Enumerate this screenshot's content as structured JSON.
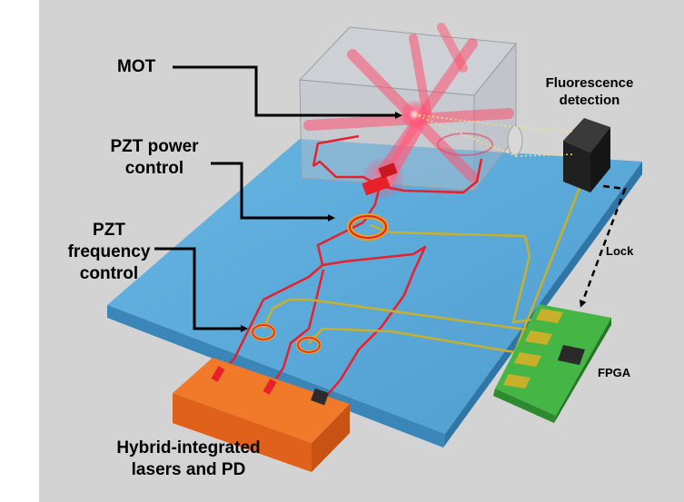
{
  "labels": {
    "mot": "MOT",
    "pzt_power_line1": "PZT power",
    "pzt_power_line2": "control",
    "pzt_freq_line1": "PZT",
    "pzt_freq_line2": "frequency",
    "pzt_freq_line3": "control",
    "fluor_line1": "Fluorescence",
    "fluor_line2": "detection",
    "lock": "Lock",
    "fpga": "FPGA",
    "lasers_line1": "Hybrid-integrated",
    "lasers_line2": "lasers and PD"
  },
  "colors": {
    "background": "#d3d3d3",
    "chip_top": "#58a8d8",
    "chip_side": "#3a86b8",
    "waveguide": "#e8202a",
    "electrode": "#c8b02a",
    "ring_outer": "#e8a020",
    "laser_mount": "#e86a1c",
    "fpga_board": "#3fae3f",
    "detector": "#2c2c2c",
    "beam": "#ff5070",
    "arrow": "#000000"
  }
}
